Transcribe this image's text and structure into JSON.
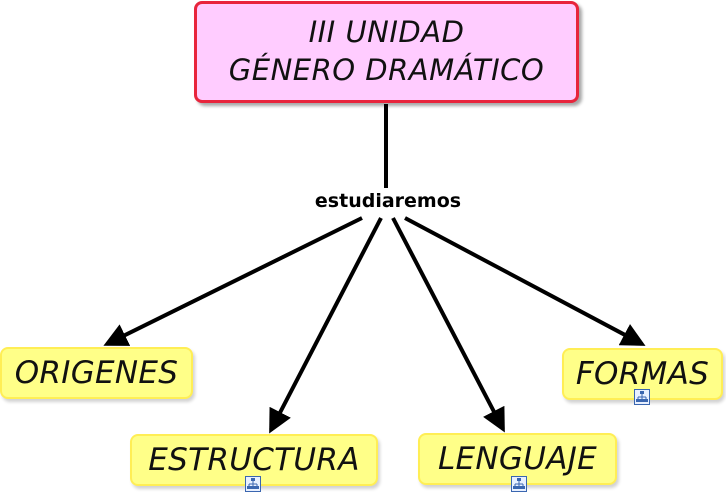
{
  "root": {
    "line1": "III UNIDAD",
    "line2": "GÉNERO DRAMÁTICO"
  },
  "link_label": "estudiaremos",
  "nodes": {
    "origenes": "ORIGENES",
    "estructura": "ESTRUCTURA",
    "lenguaje": "LENGUAJE",
    "formas": "FORMAS"
  },
  "colors": {
    "root_fill": "#ffccff",
    "root_border": "#e8243c",
    "leaf_fill": "#ffff88",
    "leaf_border": "#ffee55",
    "connector": "#000000"
  },
  "icons": {
    "submap": "concept-map-submap-icon"
  }
}
